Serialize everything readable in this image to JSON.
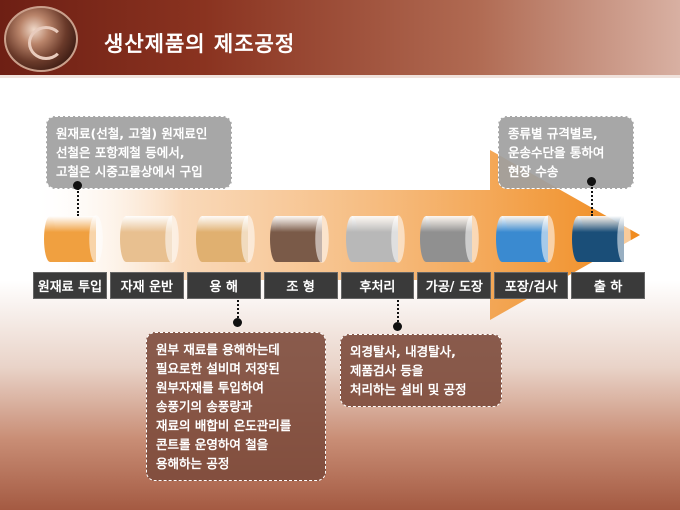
{
  "title": "생산제품의 제조공정",
  "steps": [
    {
      "label": "원재료 투입",
      "color": "#f0a040"
    },
    {
      "label": "자재 운반",
      "color": "#e8c090"
    },
    {
      "label": "용 해",
      "color": "#e0b070"
    },
    {
      "label": "조 형",
      "color": "#7a5a48"
    },
    {
      "label": "후처리",
      "color": "#b8b8b8"
    },
    {
      "label": "가공/ 도장",
      "color": "#909090"
    },
    {
      "label": "포장/검사",
      "color": "#3a8ad0"
    },
    {
      "label": "출 하",
      "color": "#1a4e78"
    }
  ],
  "notes": {
    "raw_material": [
      "원재료(선철, 고철)  원재료인",
      "선철은 포항제철 등에서,",
      "고철은 시중고물상에서 구입"
    ],
    "shipping": [
      "종류별 규격별로,",
      "운송수단을 통하여",
      "현장 수송"
    ],
    "melting": [
      "원부 재료를 용해하는데",
      "필요로한 설비며 저장된",
      "원부자재를 투입하여",
      "송풍기의 송풍량과",
      "재료의 배합비 온도관리를",
      "콘트롤 운영하여 철을",
      "용해하는 공정"
    ],
    "post": [
      "외경탈사, 내경탈사,",
      "제품검사 등을",
      "처리하는 설비 및 공정"
    ]
  }
}
